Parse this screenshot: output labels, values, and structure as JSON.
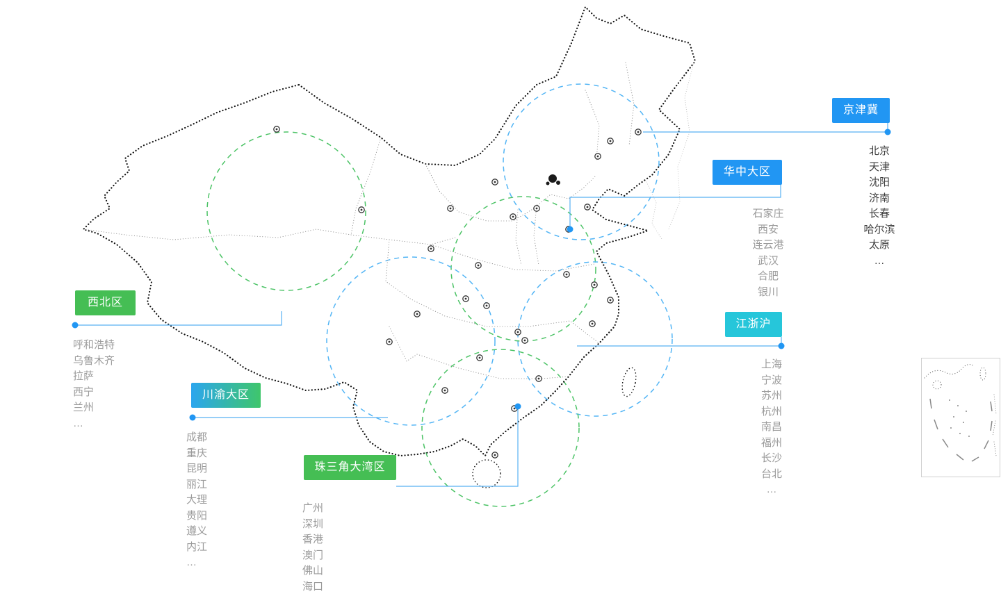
{
  "page": {
    "kind": "china-region-coverage-map",
    "background": "#ffffff"
  },
  "colors": {
    "label_blue": "#2196F3",
    "label_green": "#45BE54",
    "label_cyan": "#26C6DA",
    "label_gradient_start": "#2BA6EE",
    "label_gradient_end": "#3FC66B",
    "circle_blue": "#53B5F5",
    "circle_green": "#4CC366",
    "connector_line": "#58B0F2",
    "anchor_dot": "#2196F3",
    "city_text_dark": "#3D3D3D",
    "city_text_gray": "#9B9B9B"
  },
  "regions": [
    {
      "key": "jingjinji",
      "label": "京津冀",
      "color": "blue",
      "cities": [
        "北京",
        "天津",
        "沈阳",
        "济南",
        "长春",
        "哈尔滨",
        "太原",
        "…"
      ]
    },
    {
      "key": "huazhong",
      "label": "华中大区",
      "color": "blue",
      "cities": [
        "石家庄",
        "西安",
        "连云港",
        "武汉",
        "合肥",
        "银川"
      ]
    },
    {
      "key": "xibei",
      "label": "西北区",
      "color": "green",
      "cities": [
        "呼和浩特",
        "乌鲁木齐",
        "拉萨",
        "西宁",
        "兰州",
        "…"
      ]
    },
    {
      "key": "jiangzhehu",
      "label": "江浙沪",
      "color": "cyan",
      "cities": [
        "上海",
        "宁波",
        "苏州",
        "杭州",
        "南昌",
        "福州",
        "长沙",
        "台北",
        "…"
      ]
    },
    {
      "key": "chuanyu",
      "label": "川渝大区",
      "color": "gradient",
      "cities": [
        "成都",
        "重庆",
        "昆明",
        "丽江",
        "大理",
        "贵阳",
        "遵义",
        "内江",
        "…"
      ]
    },
    {
      "key": "zhusanjiao",
      "label": "珠三角大湾区",
      "color": "green",
      "cities": [
        "广州",
        "深圳",
        "香港",
        "澳门",
        "佛山",
        "海口",
        "…"
      ]
    }
  ],
  "inset": {
    "name": "南海诸岛插图"
  }
}
